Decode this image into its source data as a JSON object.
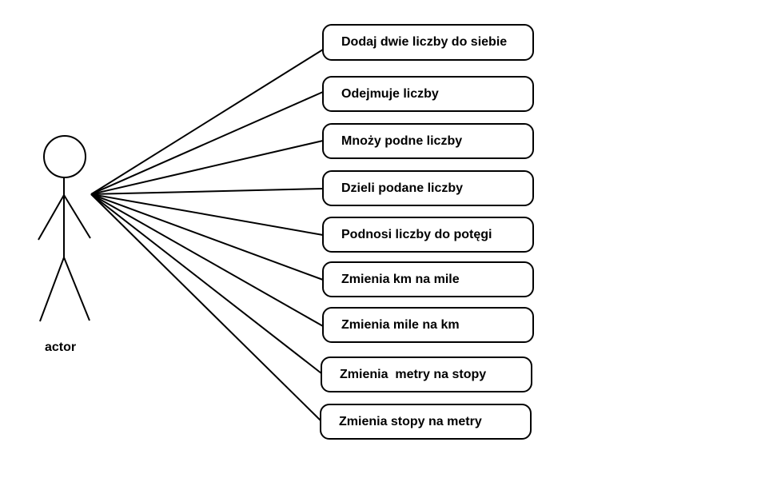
{
  "actor": {
    "label": "actor"
  },
  "use_cases": [
    "Dodaj dwie liczby do siebie",
    "Odejmuje liczby",
    "Mnoży podne liczby",
    "Dzieli podane liczby",
    "Podnosi liczby do potęgi",
    "Zmienia km na mile",
    "Zmienia mile na km",
    "Zmienia  metry na stopy",
    "Zmienia stopy na metry"
  ],
  "colors": {
    "stroke": "#000000",
    "background": "#ffffff"
  }
}
